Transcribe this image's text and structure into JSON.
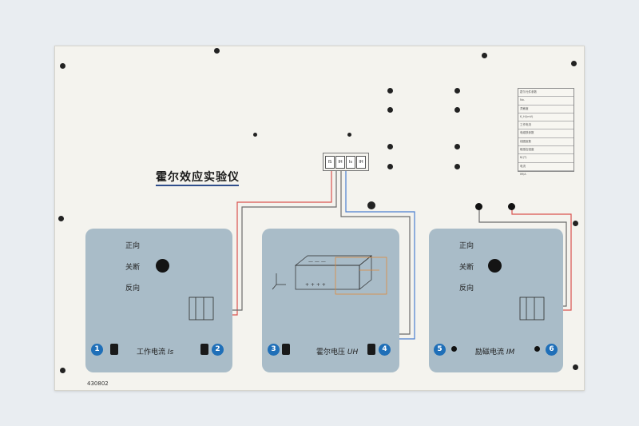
{
  "title": "霍尔效应实验仪",
  "serial_number": "430802",
  "connector_pins": [
    "IS",
    "IH",
    "Is",
    "IH"
  ],
  "spec_table": {
    "rows": [
      "霍尔元件参数",
      "No.",
      "灵敏度",
      "K_H/(mV)",
      "工作电流",
      "电磁铁参数",
      "线圈匝数",
      "磁感应强度",
      "B/(T)",
      "电流",
      "IM/A"
    ]
  },
  "modules": {
    "left": {
      "labels": [
        "正向",
        "关断",
        "反向"
      ],
      "caption": "工作电流",
      "caption_symbol": "Is",
      "terminal_numbers": [
        "1",
        "2"
      ]
    },
    "middle": {
      "caption": "霍尔电压",
      "caption_symbol": "UH",
      "terminal_numbers": [
        "3",
        "4"
      ]
    },
    "right": {
      "labels": [
        "正向",
        "关断",
        "反向"
      ],
      "caption": "励磁电流",
      "caption_symbol": "IM",
      "terminal_numbers": [
        "5",
        "6"
      ]
    }
  },
  "colors": {
    "panel": "#f4f3ee",
    "module": "#a9bcc8",
    "number_badge": "#1f6fb8",
    "wire_red": "#d9534f",
    "wire_blue": "#4a7fd0",
    "title_underline": "#2f4e8c"
  }
}
